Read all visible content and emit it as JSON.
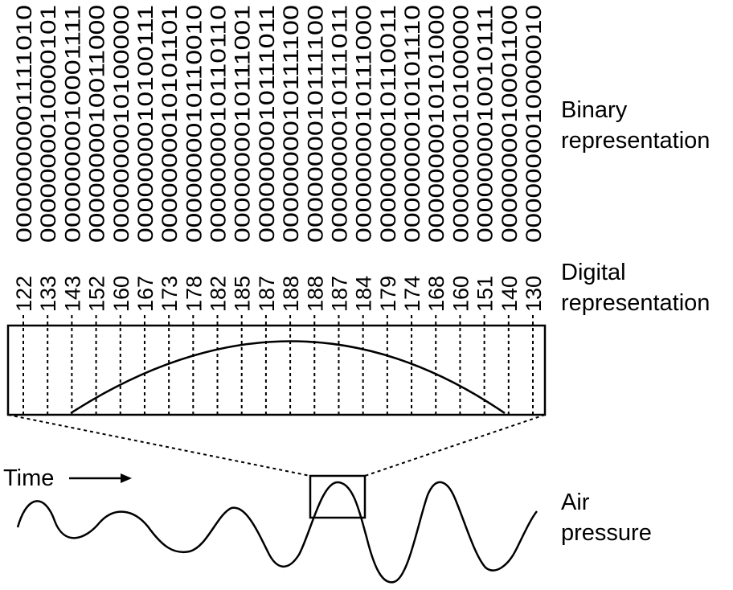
{
  "labels": {
    "binary": [
      "Binary",
      "representation"
    ],
    "digital": [
      "Digital",
      "representation"
    ],
    "air": [
      "Air",
      "pressure"
    ],
    "time": "Time"
  },
  "samples": [
    {
      "decimal": "122",
      "binary": "0000000001111010"
    },
    {
      "decimal": "133",
      "binary": "0000000010000101"
    },
    {
      "decimal": "143",
      "binary": "0000000010001111"
    },
    {
      "decimal": "152",
      "binary": "0000000010011000"
    },
    {
      "decimal": "160",
      "binary": "0000000010100000"
    },
    {
      "decimal": "167",
      "binary": "0000000010100111"
    },
    {
      "decimal": "173",
      "binary": "0000000010101101"
    },
    {
      "decimal": "178",
      "binary": "0000000010110010"
    },
    {
      "decimal": "182",
      "binary": "0000000010110110"
    },
    {
      "decimal": "185",
      "binary": "0000000010111001"
    },
    {
      "decimal": "187",
      "binary": "0000000010111011"
    },
    {
      "decimal": "188",
      "binary": "0000000010111100"
    },
    {
      "decimal": "188",
      "binary": "0000000010111100"
    },
    {
      "decimal": "187",
      "binary": "0000000010111011"
    },
    {
      "decimal": "184",
      "binary": "0000000010111000"
    },
    {
      "decimal": "179",
      "binary": "0000000010110011"
    },
    {
      "decimal": "174",
      "binary": "0000000010101110"
    },
    {
      "decimal": "168",
      "binary": "0000000010101000"
    },
    {
      "decimal": "160",
      "binary": "0000000010100000"
    },
    {
      "decimal": "151",
      "binary": "0000000010010111"
    },
    {
      "decimal": "140",
      "binary": "0000000010001100"
    },
    {
      "decimal": "130",
      "binary": "0000000010000010"
    }
  ]
}
